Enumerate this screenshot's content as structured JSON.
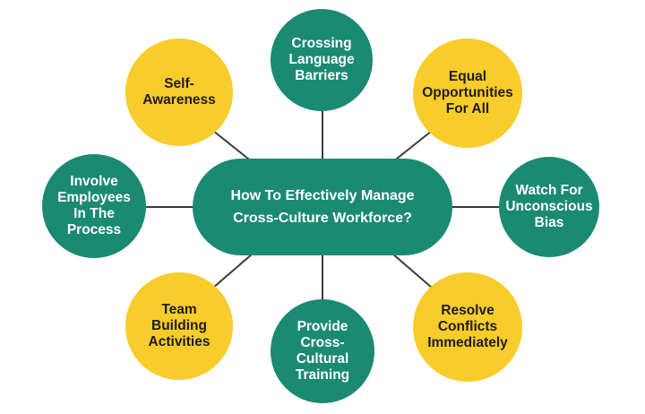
{
  "diagram": {
    "center": {
      "label": "How To Effectively Manage Cross-Culture Workforce?",
      "color": "#1a8a72"
    },
    "nodes": [
      {
        "id": "language",
        "label": "Crossing Language Barriers",
        "color": "#1a8a72"
      },
      {
        "id": "self",
        "label": "Self-Awareness",
        "color": "#f8cc2a"
      },
      {
        "id": "equal",
        "label": "Equal Opportunities For All",
        "color": "#f8cc2a"
      },
      {
        "id": "involve",
        "label": "Involve Employees In The Process",
        "color": "#1a8a72"
      },
      {
        "id": "watch",
        "label": "Watch For Unconscious Bias",
        "color": "#1a8a72"
      },
      {
        "id": "team",
        "label": "Team Building Activities",
        "color": "#f8cc2a"
      },
      {
        "id": "training",
        "label": "Provide Cross-Cultural Training",
        "color": "#1a8a72"
      },
      {
        "id": "resolve",
        "label": "Resolve Conflicts Immediately",
        "color": "#f8cc2a"
      }
    ],
    "connector_color": "#3a3a3a"
  }
}
